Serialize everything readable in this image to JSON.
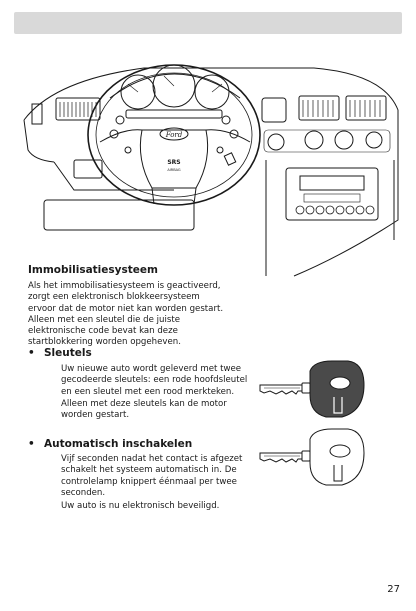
{
  "heading": "Immobilisatiesysteem",
  "intro": "Als het immobilisatiesysteem is geactiveerd, zorgt een elektronisch blokkeersysteem ervoor dat de motor niet kan worden gestart. Alleen met een sleutel die de juiste elektronische code bevat kan deze startblokkering worden opgeheven.",
  "sections": [
    {
      "title": "Sleutels",
      "paragraphs": [
        "Uw nieuwe auto wordt geleverd met twee gecodeerde sleutels: een rode hoofdsleutel en een sleutel met een rood merkteken.",
        "Alleen met deze sleutels kan de motor worden gestart."
      ]
    },
    {
      "title": "Automatisch inschakelen",
      "paragraphs": [
        "Vijf seconden nadat het contact is afgezet schakelt het systeem automatisch in. De controlelamp knippert éénmaal per twee seconden.",
        "Uw auto is nu elektronisch beveiligd."
      ]
    }
  ],
  "illustration_labels": {
    "logo": "Ford",
    "airbag": "SRS",
    "airbag_sub": "AIRBAG"
  },
  "page_number": "27"
}
